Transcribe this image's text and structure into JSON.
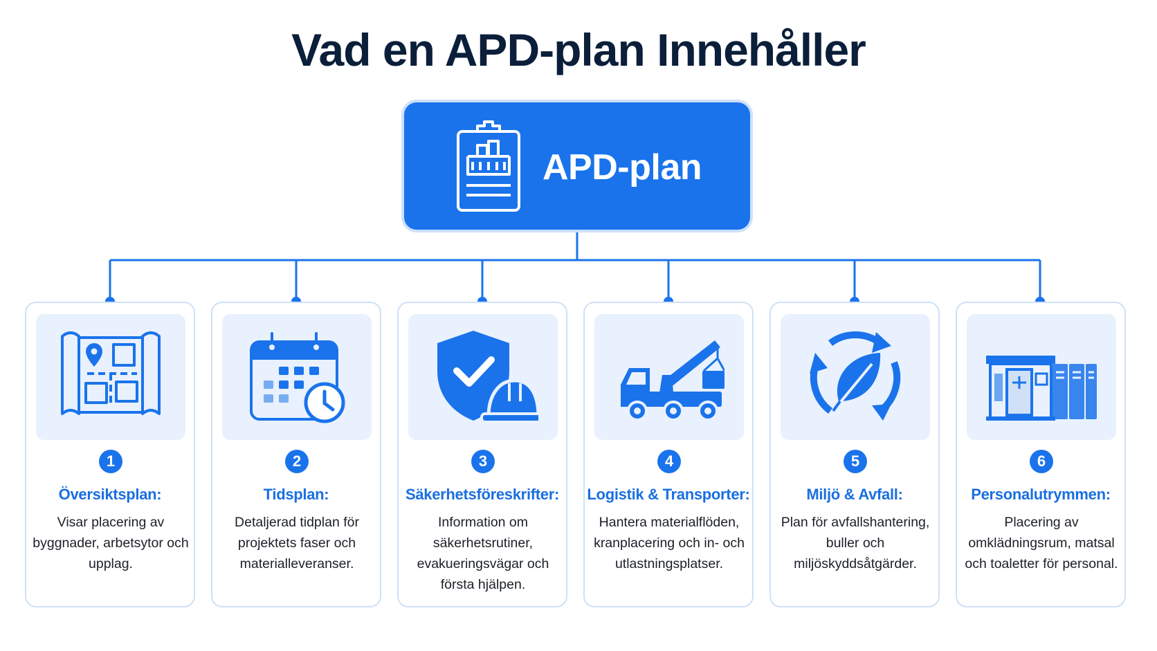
{
  "title": "Vad en APD-plan Innehåller",
  "root": {
    "label": "APD-plan",
    "icon": "clipboard-building-icon"
  },
  "colors": {
    "accent": "#1a73eb",
    "title": "#0b1f3a",
    "tile": "#e8f1fd",
    "border": "#cfe0f7"
  },
  "items": [
    {
      "number": "1",
      "title": "Översiktsplan:",
      "icon": "site-map-icon",
      "desc": "Visar placering av byggnader, arbetsytor och upplag."
    },
    {
      "number": "2",
      "title": "Tidsplan:",
      "icon": "calendar-clock-icon",
      "desc": "Detaljerad tidplan för projektets faser och materialleveranser."
    },
    {
      "number": "3",
      "title": "Säkerhetsföreskrifter:",
      "icon": "shield-helmet-icon",
      "desc": "Information om säkerhetsrutiner, evakueringsvägar och första hjälpen."
    },
    {
      "number": "4",
      "title": "Logistik & Transporter:",
      "icon": "crane-truck-icon",
      "desc": "Hantera materialflöden, kranplacering och in- och utlastningsplatser."
    },
    {
      "number": "5",
      "title": "Miljö & Avfall:",
      "icon": "recycle-leaf-icon",
      "desc": "Plan för avfallshantering, buller och miljöskyddsåtgärder."
    },
    {
      "number": "6",
      "title": "Personalutrymmen:",
      "icon": "staff-barracks-icon",
      "desc": "Placering av omklädningsrum, matsal och toaletter för personal."
    }
  ]
}
